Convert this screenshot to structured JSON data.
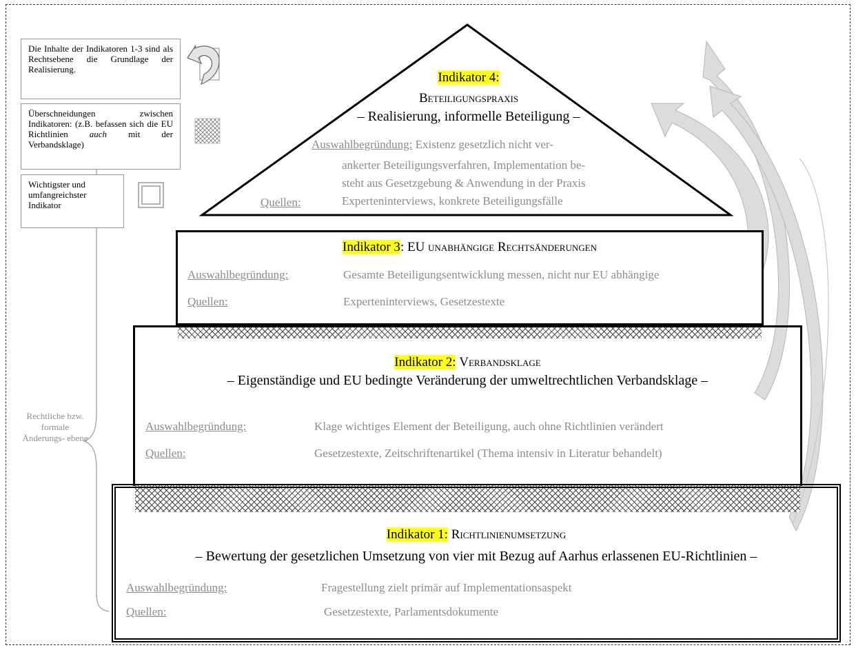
{
  "legend": [
    {
      "text": "Die Inhalte der Indikatoren 1-3 sind als Rechtsebene die Grundlage der Realisierung.",
      "icon": "curved-arrow-icon"
    },
    {
      "text_prefix": "Überschneidungen zwischen Indikatoren: (z.B. befassen sich die EU Richtlinien ",
      "text_italic": "auch",
      "text_suffix": " mit der Verbandsklage)",
      "icon": "hatched-square-icon"
    },
    {
      "text": "Wichtigster und umfangreichster Indikator",
      "icon": "double-square-icon"
    }
  ],
  "side_label": "Rechtliche bzw. formale Änderungs- ebene",
  "indicator4": {
    "label": "Indikator 4:",
    "name": "Beteiligungspraxis",
    "subtitle": "– Realisierung, informelle Beteiligung –",
    "reason_label": "Auswahlbegründung:",
    "reason_line1": "Existenz gesetzlich nicht ver-",
    "reason_line2": "ankerter Beteiligungsverfahren, Implementation be-",
    "reason_line3": "steht aus Gesetzgebung & Anwendung in der Praxis",
    "sources_label": "Quellen:",
    "sources": "Experteninterviews, konkrete Beteiligungsfälle"
  },
  "indicator3": {
    "label": "Indikator 3",
    "name_sep": ": ",
    "name": "EU unabhängige Rechtsänderungen",
    "reason_label": "Auswahlbegründung:",
    "reason": "Gesamte Beteiligungsentwicklung messen, nicht nur EU abhängige",
    "sources_label": "Quellen:",
    "sources": "Experteninterviews, Gesetzestexte"
  },
  "indicator2": {
    "label": "Indikator 2:",
    "name": "Verbandsklage",
    "subtitle": "– Eigenständige und EU bedingte Veränderung der umweltrechtlichen Verbandsklage –",
    "reason_label": "Auswahlbegründung:",
    "reason": "Klage wichtiges Element der Beteiligung, auch ohne Richtlinien verändert",
    "sources_label": "Quellen: ",
    "sources": "Gesetzestexte, Zeitschriftenartikel (Thema intensiv in Literatur behandelt)"
  },
  "indicator1": {
    "label": "Indikator 1:",
    "name": "Richtlinienumsetzung",
    "subtitle": "– Bewertung der gesetzlichen Umsetzung von vier mit Bezug auf Aarhus erlassenen EU-Richtlinien –",
    "reason_label": "Auswahlbegründung:",
    "reason": "Fragestellung zielt primär auf Implementationsaspekt",
    "sources_label": "Quellen:",
    "sources": "Gesetzestexte, Parlamentsdokumente"
  }
}
